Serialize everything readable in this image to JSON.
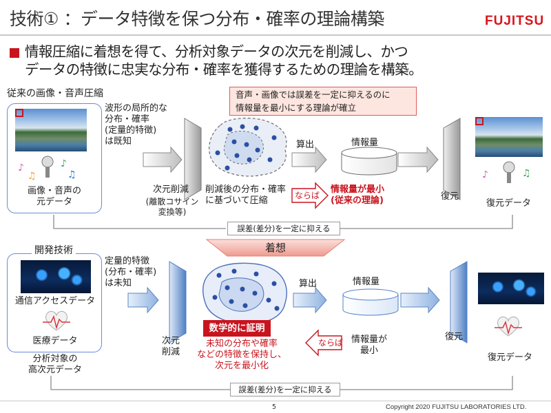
{
  "slide": {
    "title": "技術① ：データ特徴を保つ分布・確率の理論構築",
    "logo_text": "FUJITSU",
    "lead_line1": "情報圧縮に着想を得て、分析対象データの次元を削減し、かつ",
    "lead_line2": "データの特徴に忠実な分布・確率を獲得するための理論を構築。",
    "page_number": "5",
    "copyright": "Copyright 2020 FUJITSU LABORATORIES LTD."
  },
  "top": {
    "section_label": "従来の画像・音声圧縮",
    "source_label_line1": "画像・音声の",
    "source_label_line2": "元データ",
    "note_line1": "音声・画像では誤差を一定に抑えるのに",
    "note_line2": "情報量を最小にする理論が確立",
    "known_line1": "波形の局所的な",
    "known_line2": "分布・確率",
    "known_line3": "(定量的特徴)",
    "known_line4": "は既知",
    "reduce_label": "次元削減",
    "reduce_sub_line1": "(離散コサイン",
    "reduce_sub_line2": "変換等)",
    "compress_line1": "削減後の分布・確率",
    "compress_line2": "に基づいて圧縮",
    "calc_label": "算出",
    "info_label": "情報量",
    "naraba_label": "ならば",
    "min_line1": "情報量が最小",
    "min_line2": "(従来の理論)",
    "restore_label": "復元",
    "restored_label": "復元データ",
    "error_label": "誤差(差分)を一定に抑える"
  },
  "middle": {
    "inspired_label": "着想"
  },
  "bottom": {
    "section_label": "開発技術",
    "comm_label": "通信アクセスデータ",
    "medical_label": "医療データ",
    "target_line1": "分析対象の",
    "target_line2": "高次元データ",
    "unknown_line1": "定量的特徴",
    "unknown_line2": "(分布・確率)",
    "unknown_line3": "は未知",
    "reduce_line1": "次元",
    "reduce_line2": "削減",
    "proof_label": "数学的に証明",
    "preserve_line1": "未知の分布や確率",
    "preserve_line2": "などの特徴を保持し、",
    "preserve_line3": "次元を最小化",
    "naraba_label": "ならば",
    "calc_label": "算出",
    "info_label": "情報量",
    "min_line1": "情報量が",
    "min_line2": "最小",
    "restore_label": "復元",
    "restored_label": "復元データ",
    "error_label": "誤差(差分)を一定に抑える"
  },
  "icons": {
    "microphone": "microphone-icon",
    "music": "music-note-icon",
    "heart": "heart-icon",
    "cylinder": "database-cylinder-icon"
  },
  "colors": {
    "accent_red": "#c9141e",
    "frame_blue": "#6a8bd4",
    "arrow_blue": "#4f81bd"
  }
}
